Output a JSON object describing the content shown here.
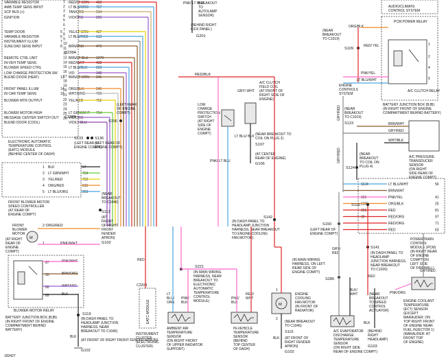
{
  "colors": {
    "green": "#2aa84a",
    "lt_blu": "#4aa3df",
    "lt_grn": "#66cc33",
    "violet": "#9b59d0",
    "purple": "#8e44ad",
    "pink": "#ff66cc",
    "red": "#e02020",
    "orange": "#f08a24",
    "yellow": "#e8d000",
    "blue": "#2255cc",
    "brown": "#8b5a2b",
    "tan": "#c9a86a",
    "black": "#222222",
    "white": "#bbbbbb",
    "gray": "#888888",
    "dk_grn": "#1e7a3a"
  },
  "eatc": {
    "signals": [
      {
        "name": "VARIABLE RESISTOR",
        "pin": "",
        "wire": "RED/LT GRN",
        "circuit": "436",
        "color": "red"
      },
      {
        "name": "AMB TEMP SENS INPUT",
        "pin": "",
        "wire": "LT BLU/ORG",
        "circuit": "767",
        "color": "lt_blu"
      },
      {
        "name": "SCP BUS (+)",
        "pin": "",
        "wire": "TAN/ORG",
        "circuit": "914",
        "color": "tan"
      },
      {
        "name": "IGNITION",
        "pin": "",
        "wire": "VIO/ORG",
        "circuit": "296",
        "color": "violet"
      },
      {
        "name": "TEMP DOOR",
        "pin": "5",
        "wire": "YEL/LT GRN",
        "circuit": "437",
        "color": "yellow"
      },
      {
        "name": "VARIABLE RESISTOR",
        "pin": "6",
        "wire": "LT BLU/RED",
        "circuit": "613",
        "color": "lt_blu"
      },
      {
        "name": "INSTRUMENT ILLUM",
        "pin": "7",
        "wire": "",
        "circuit": "",
        "color": "gray"
      },
      {
        "name": "SUNLOAD SENS INPUT",
        "pin": "8",
        "wire": "BRN/PNK",
        "circuit": "476",
        "color": "brown"
      },
      {
        "name": "REMOTE CTRL UNIT",
        "pin": "",
        "wire": "BRN/LT BLU",
        "circuit": "1070",
        "color": "brown"
      },
      {
        "name": "IN-VEH TEMP SENS",
        "pin": "",
        "wire": "RED/WHT",
        "circuit": "438",
        "color": "red"
      },
      {
        "name": "BLOWER SPEED CTRL",
        "pin": "",
        "wire": "LT BLU/BLK",
        "circuit": "269",
        "color": "lt_blu"
      },
      {
        "name": "LOW CHARGE PROTECTION SW",
        "pin": "",
        "wire": "VIO",
        "circuit": "348",
        "color": "violet"
      },
      {
        "name": "BLEND DOOR (HEAT)",
        "pin": "13",
        "wire": "BRN/LT GRN",
        "circuit": "245",
        "color": "brown"
      },
      {
        "name": "FRONT PANEL ILLUM",
        "pin": "14",
        "wire": "ORG/BLK",
        "circuit": "246",
        "color": "orange"
      },
      {
        "name": "IN CAR TEMP SENS",
        "pin": "15",
        "wire": "WHT/ORG",
        "circuit": "790",
        "color": "white"
      },
      {
        "name": "BLOWER MTR OUTPUT",
        "pin": "",
        "wire": "YEL/RED",
        "circuit": "752",
        "color": "yellow"
      },
      {
        "name": "BLOWER MOTOR HIGH",
        "pin": "",
        "wire": "LT GRN/WHT",
        "circuit": "754",
        "color": "lt_grn"
      },
      {
        "name": "MESSAGE CENTER SWITCH OUT",
        "pin": "",
        "wire": "VIO/ORG",
        "circuit": "",
        "color": "violet"
      },
      {
        "name": "BLEND DOOR (COOL)",
        "pin": "",
        "wire": "VIO/LT BLU",
        "circuit": "",
        "color": "purple"
      }
    ],
    "pins": [
      "1",
      "2",
      "3",
      "4",
      "5",
      "6",
      "7",
      "8",
      "9",
      "10",
      "11",
      "12",
      "13",
      "14",
      "15",
      "16",
      "17",
      "18",
      "19",
      "20",
      "21",
      "22",
      "23",
      "24",
      "25",
      "26"
    ],
    "connector_top": "C228A",
    "connector_bottom": "C228B",
    "label": "ELECTRONIC AUTOMATIC TEMPERATURE CONTROL (EATC) MODULE (BEHIND CENTER OF DASH)"
  },
  "blower_ctrl": {
    "rows": [
      {
        "pin": "1",
        "wire": "BLK",
        "circuit": "57"
      },
      {
        "pin": "2",
        "wire": "LT GRN/WHT",
        "circuit": "754"
      },
      {
        "pin": "3",
        "wire": "YEL/RED",
        "circuit": "752"
      },
      {
        "pin": "4",
        "wire": "ORG/RED",
        "circuit": "615"
      },
      {
        "pin": "5",
        "wire": "LT BLU/ORG",
        "circuit": "269"
      }
    ],
    "label": "FRONT BLOWER MOTOR SPEED CONTROLLER (AT REAR OF ENGINE COMPT)"
  },
  "blower_motor": {
    "label": "FRONT BLOWER MOTOR (AT REAR OF ENGINE COMPT)",
    "pin2": "2 ORG/RED",
    "pin1": "1",
    "wire1": "PNK/WHT"
  },
  "relay": {
    "pins": [
      "87",
      "30",
      "86",
      "85"
    ],
    "wires": [
      "PNK/WHT",
      "BRN/ORG",
      "WHT/VIO",
      "BLK"
    ],
    "label": "BLOWER MOTOR RELAY",
    "bjb": "BATTERY JUNCTION BOX (BJB) (IN RIGHT FRONT OF ENGINE COMPARTMENT BEHIND BATTERY)"
  },
  "splices": {
    "s133": "S133",
    "s133_loc": "(LEFT REAR OF ENGINE COMPT)",
    "s136": "S136",
    "s136_loc": "(LEFT REAR OF ENGINE COMPT)",
    "s156": "S156",
    "s156_loc": "(LEFT REAR OF ENGINE COMPT)",
    "s113": "S113",
    "s113_loc": "(NEAR BREAKOUT TO C1046)",
    "g102": "G102",
    "g102_loc": "(AT FRONT OF RIGHT FRONT FENDER APRON)",
    "s119": "S119",
    "s119_loc": "(IN DASH PANEL TO HEADLAMP JUNCTION HARNESS, NEAR BREAKOUT TO C1046)",
    "g102b": "G102",
    "g102b_loc": "(AT FRONT OF RIGHT FRONT FENDER APRON)",
    "g201": "G201",
    "g201_loc": "(BEHIND RIGHT KICK PANEL)",
    "s197": "S197",
    "s197_loc": "(NEAR BREAKOUT TO COIL ON PLUG 2)",
    "g106": "G106",
    "g106_loc": "(AT CENTER REAR OF ENGINE)",
    "s142": "S142",
    "s142_loc": "(IN DASH PANEL TO HEADLAMP JUNCTION HARNESS, NEAR BREAKOUT TO ENGINE COOLING FAN MOTOR)",
    "s221": "S221",
    "s221_loc": "(IN MAIN WIRING HARNESS, NEAR BREAKOUT TO ELECTRONIC AUTOMATIC TEMPERATURE CONTROL MODULE)",
    "s150": "S150",
    "s150_loc": "(LEFT REAR OF ENGINE COMPT)",
    "s286": "S286",
    "s286_loc": "(IN MAIN WIRING HARNESS, ON LEFT REAR SIDE OF ENGINE COMPT)",
    "s115": "S115",
    "s115_loc": "(NEAR BREAKOUT TO C1046)",
    "g102c": "G102",
    "g102c_loc": "(AT FRONT OF RIGHT FENDER APRON)",
    "g103": "G103",
    "g103_loc": "(BEHIND RIGHT HEADLAMP)",
    "s141": "S141",
    "s141_loc": "(IN DASH PANEL TO HEADLAMP JUNCTION HARNESS, NEAR BREAKOUT TO C1026)",
    "s109": "S109",
    "s109_loc": "(NEAR BREAKOUT TO C1019)",
    "s123": "S123",
    "s123_loc": "(NEAR BREAKOUT TO C1019)",
    "s124": "S124",
    "s124_loc": "(NEAR BREAKOUT TO COIL ON PLUG 4)",
    "s120": "S120"
  },
  "top_center": {
    "breakout": "BREAKOUT TO AUTOLAMP SENSOR",
    "pnk_blu": "PNK/ LT BLU",
    "red_blk": "RED/BLK",
    "gry_wht": "GRY/ WHT",
    "lt_blu_blk": "LT BLU/ BLK",
    "pnk_lt_blu": "PNK/ LT BLU",
    "blk": "BLK"
  },
  "low_charge": {
    "label": "LOW CHARGE PROTECTION SWITCH (AT RIGHT SIDE OF ENGINE COMPT)"
  },
  "clutch_coil": {
    "label": "A/C CLUTCH FIELD COIL (AT FRONT OF RIGHT SIDE OF ENGINE)"
  },
  "components": {
    "cluster": "INSTRUMENT CLUSTER (ELECTRONIC CLUSTER)",
    "c220b": "C220B",
    "ambient": "AMBIENT AIR TEMPERATURE SENSOR (ON RIGHT FRONT OF UPPER RADIATOR SUPPORT)",
    "invehicle": "IN-VEHICLE TEMPERATURE SENSOR (BEHIND TOP CENTER OF DASH)",
    "fan": "ENGINE COOLING FAN MOTOR (IN FRONT OF RADIATOR)",
    "evap": "A/C EVAPORATOR DISCHARGE TEMPERATURE SENSOR (ON RIGHT SIDE REAR OF ENGINE COMPT)",
    "ect": "ENGINE COOLANT TEMPERATURE (ECT) SENSOR (EXCEPT MARAUDER: ON TOP RIGHT FRONT OF ENGINE NEAR FUEL INJECTOR 1) (MARAUDER: AT FRONT TOP OF ENGINE)",
    "pcm": "POWERTRAIN CONTROL MODULE (PCM) (IN RIGHT REAR OF ENGINE COMPT ON LEFT SIDE OF FIREWALL)",
    "pcm_relay": "PCM POWER RELAY",
    "audio": "AUDIO/CLIMATE CONTROL SYSTEM",
    "ac_relay": "A/C CLUTCH RELAY",
    "bjb2": "BATTERY JUNCTION BOX (BJB) (IN RIGHT FRONT OF ENGINE COMPARTMENT BEHIND BATTERY)",
    "ecs": "ENGINE CONTROLS SYSTEM",
    "transducer": "A/C PRESSURE TRANSDUCER SENSOR (ON RIGHT SIDE REAR OF ENGINE COMPT)",
    "eatc_module": "EATC MODULE",
    "behind_eatc": "EATC MODULE"
  },
  "right_wires": {
    "org_blk": "ORG/BLK",
    "red_yel": "RED/ YEL",
    "pnk_yel": "PNK/YEL",
    "lt_blu_wht": "LT BLU/WHT",
    "gry_red": "GRY/RED",
    "brn_wht": "BRN/WHT",
    "wht_blk": "WHT/BLK",
    "rows": [
      {
        "c": "1134",
        "w": "LT BLU/WHT",
        "p": "56"
      },
      {
        "c": "",
        "w": "BRN/WHT",
        "p": ""
      },
      {
        "c": "331",
        "w": "PNK/YEL",
        "p": "41"
      },
      {
        "c": "1289",
        "w": "ORG/BLK",
        "p": "25"
      },
      {
        "c": "361",
        "w": "RED",
        "p": "81"
      },
      {
        "c": "39",
        "w": "RED/ORG",
        "p": "97"
      },
      {
        "c": "",
        "w": "RED/ORG",
        "p": "71"
      },
      {
        "c": "",
        "w": "RED",
        "p": "63"
      }
    ],
    "relay_pins": [
      "1",
      "2",
      "4",
      "5"
    ],
    "gry_red2": "GRY/ RED",
    "gry_red3": "GRY/RED",
    "pnk_org": "PNK/ORG",
    "blk_wht": "BLK/ WHT",
    "gry_red_evap": "GRY/ RED"
  },
  "footer": {
    "code": "183427"
  }
}
